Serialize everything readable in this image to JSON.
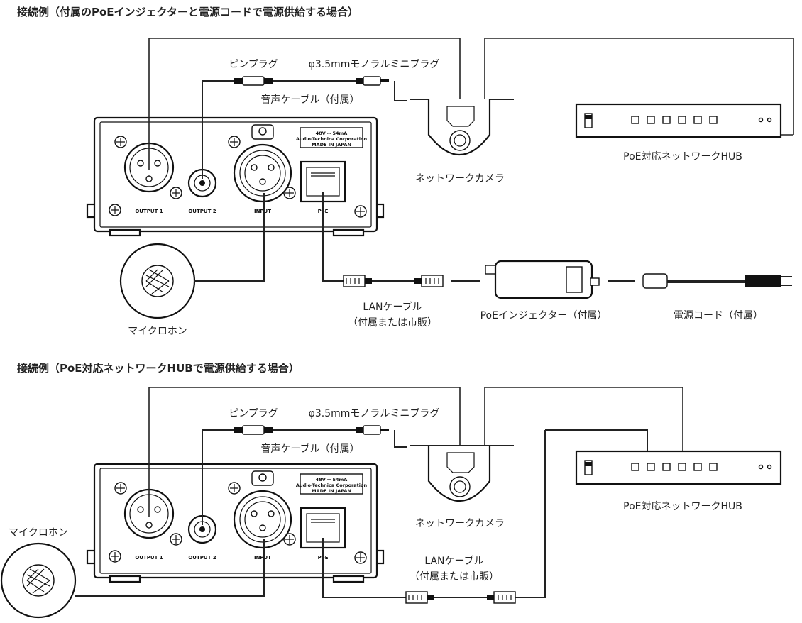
{
  "diagrams": [
    {
      "title": "接続例（付属のPoEインジェクターと電源コードで電源供給する場合）",
      "labels": {
        "pin_plug": "ピンプラグ",
        "mini_plug": "φ3.5mmモノラルミニプラグ",
        "audio_cable": "音声ケーブル（付属）",
        "network_camera": "ネットワークカメラ",
        "poe_hub": "PoE対応ネットワークHUB",
        "microphone": "マイクロホン",
        "lan_cable_line1": "LANケーブル",
        "lan_cable_line2": "（付属または市販）",
        "poe_injector": "PoEインジェクター（付属）",
        "power_cord": "電源コード（付属）"
      }
    },
    {
      "title": "接続例（PoE対応ネットワークHUBで電源供給する場合）",
      "labels": {
        "pin_plug": "ピンプラグ",
        "mini_plug": "φ3.5mmモノラルミニプラグ",
        "audio_cable": "音声ケーブル（付属）",
        "network_camera": "ネットワークカメラ",
        "poe_hub": "PoE対応ネットワークHUB",
        "microphone": "マイクロホン",
        "lan_cable_line1": "LANケーブル",
        "lan_cable_line2": "（付属または市販）"
      }
    }
  ],
  "device_panel": {
    "output1": "OUTPUT 1",
    "output2": "OUTPUT 2",
    "input": "INPUT",
    "poe": "PoE",
    "sticker_line1": "48V ⎓ 54mA",
    "sticker_line2": "Audio-Technica Corporation",
    "sticker_line3": "MADE IN JAPAN"
  }
}
